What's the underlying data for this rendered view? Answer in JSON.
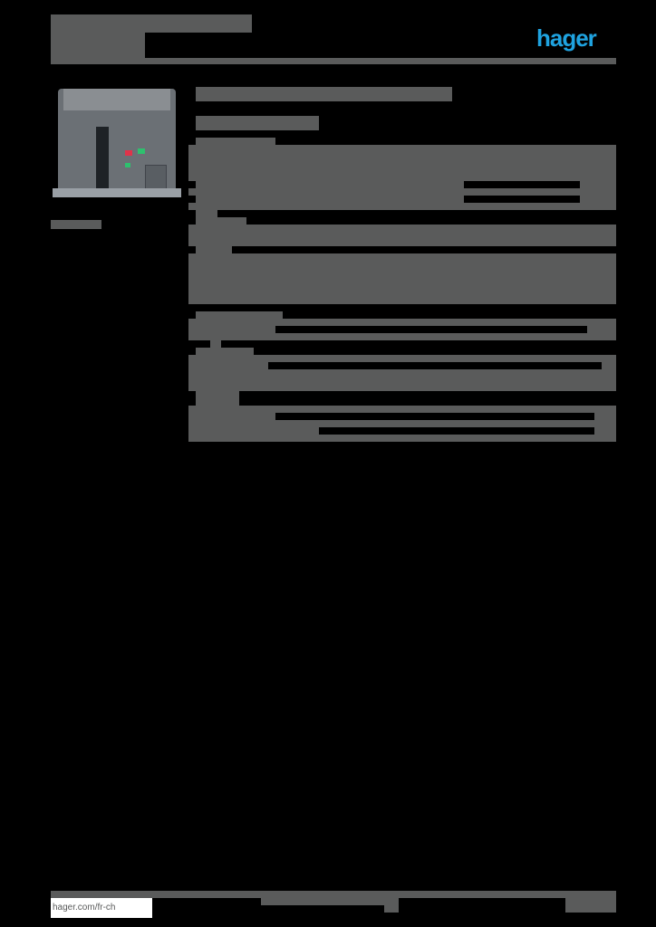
{
  "header": {
    "brand_logo": "hager",
    "brand_color": "#1fa3e0",
    "title": "",
    "subtitle": ""
  },
  "product": {
    "image": "air-circuit-breaker-image",
    "caption": ""
  },
  "main": {
    "heading": "",
    "subheading": "",
    "sections": []
  },
  "footer": {
    "url": "hager.com/fr-ch",
    "page_info": ""
  },
  "colors": {
    "background": "#000000",
    "redaction_gray": "#5a5b5b",
    "accent": "#1fa3e0"
  }
}
